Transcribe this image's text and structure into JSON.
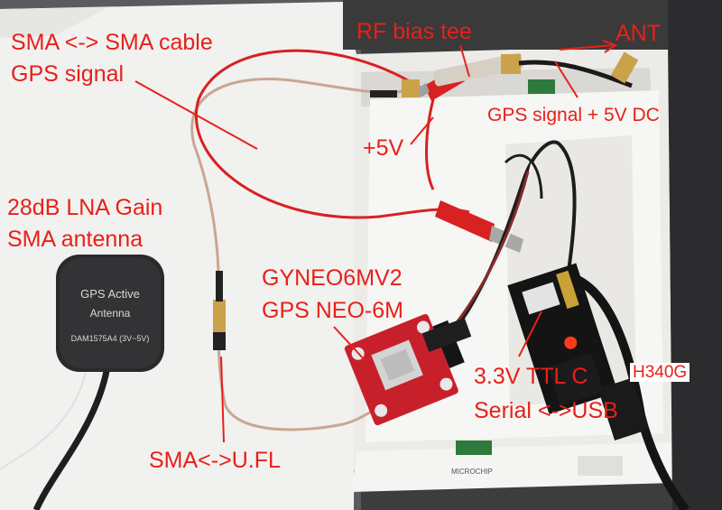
{
  "annotations": {
    "sma_cable": "SMA <-> SMA cable",
    "gps_signal": "GPS signal",
    "rf_bias_tee": "RF bias tee",
    "ant": "ANT",
    "gps_plus_dc": "GPS signal + 5V DC",
    "plus5v": "+5V",
    "lna_gain": "28dB LNA Gain",
    "sma_antenna": "SMA antenna",
    "module_name": "GYNEO6MV2",
    "module_model": "GPS NEO-6M",
    "ttl": "3.3V TTL C",
    "chip": "H340G",
    "serial_usb": "Serial <->USB",
    "sma_ufl": "SMA<->U.FL"
  },
  "antenna_print": {
    "line1": "GPS Active",
    "line2": "Antenna",
    "line3": "DAM1575A4 (3V~5V)"
  },
  "colors": {
    "annotation": "#e8201a",
    "box_white": "#f2f2f0",
    "module_red": "#c8202a",
    "antenna_body": "#2a2a2c"
  }
}
